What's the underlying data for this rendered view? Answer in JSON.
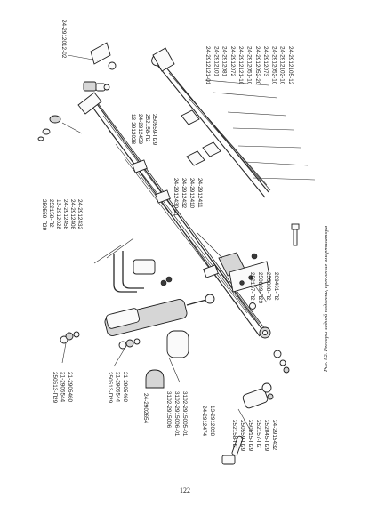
{
  "caption": "Рис. 52. Рессоры задней подвески, крепление амортизатора",
  "page_number": "122",
  "labels": {
    "tr": [
      "24-2912121-01",
      "24-2912101",
      "24-2912081",
      "24-2912072",
      "24-2912121-10",
      "24-2912051-10",
      "24-2912052-20",
      "24-2912073",
      "24-2912052-10",
      "24-2912102-10",
      "24-2912105-12"
    ],
    "tl": [
      "24-2912012-02"
    ],
    "tm": [
      "13-2912028",
      "24-2912459",
      "252158-П2",
      "250559-П29"
    ],
    "lu": [
      "250559-П29",
      "252158-П2",
      "13-2912028",
      "24-2912458",
      "24-2912408",
      "24-2912432"
    ],
    "md": [
      "24-2912430-01",
      "24-2912432",
      "24-2912410",
      "24-2912411"
    ],
    "rm": [
      "252137-П2",
      "250889-П29",
      "250888-П2",
      "209461-П2"
    ],
    "ll": [
      "250513-П29",
      "21-2905544",
      "21-2905460"
    ],
    "lm": [
      "250513-П29",
      "21-2905544",
      "21-2905460"
    ],
    "bc": [
      "24-2902654"
    ],
    "bm": [
      "3102-2915006",
      "3102-2915006-01",
      "3102-2915005-01"
    ],
    "bn": [
      "24-2912474",
      "13-2912028"
    ],
    "br": [
      "252158-П2",
      "250559-П29",
      "250515-П29",
      "252157-П2",
      "252045-П29",
      "24-2915432"
    ]
  }
}
